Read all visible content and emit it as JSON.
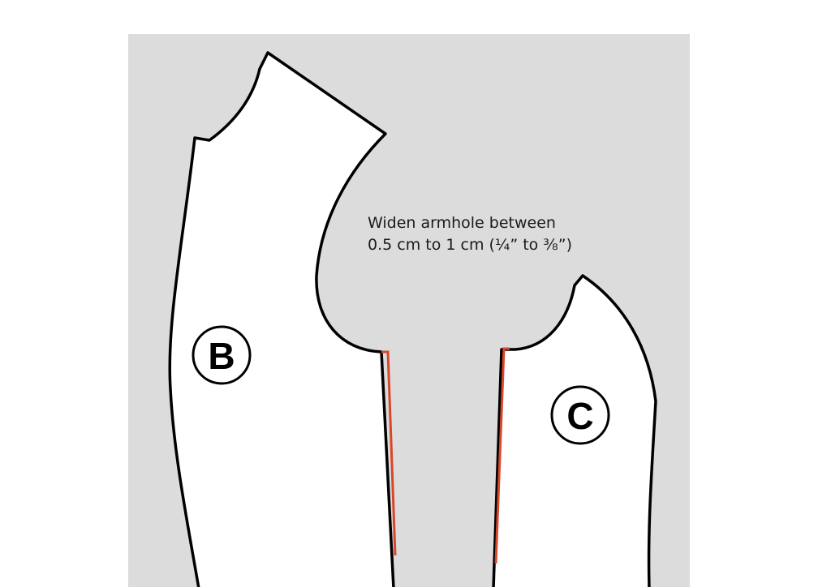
{
  "annotation": {
    "line1": "Widen armhole between",
    "line2": "0.5 cm to 1 cm (¼” to ⅜”)"
  },
  "pieces": [
    {
      "label": "B"
    },
    {
      "label": "C"
    }
  ],
  "colors": {
    "background": "#dcdcdc",
    "piece": "#ffffff",
    "outline": "#000000",
    "adjustment": "#d9472b"
  }
}
